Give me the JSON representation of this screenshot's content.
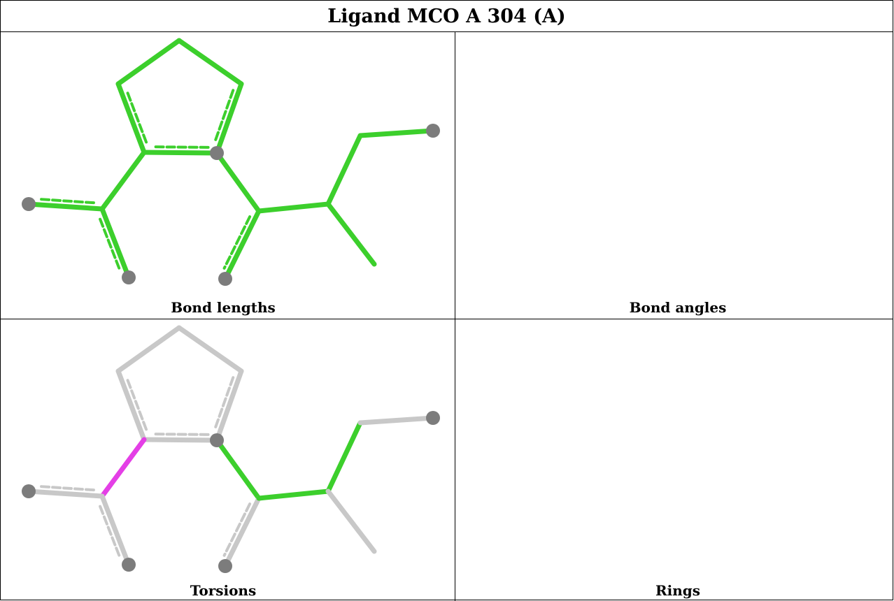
{
  "title": "Ligand MCO A 304 (A)",
  "panels": [
    {
      "caption": "Bond lengths"
    },
    {
      "caption": "Bond angles"
    },
    {
      "caption": "Torsions"
    },
    {
      "caption": "Rings"
    }
  ],
  "colors": {
    "ok": "#3ccf2c",
    "outlier": "#e43fe6",
    "neutral": "#c8c8c8",
    "atom": "#7c7c7c"
  }
}
